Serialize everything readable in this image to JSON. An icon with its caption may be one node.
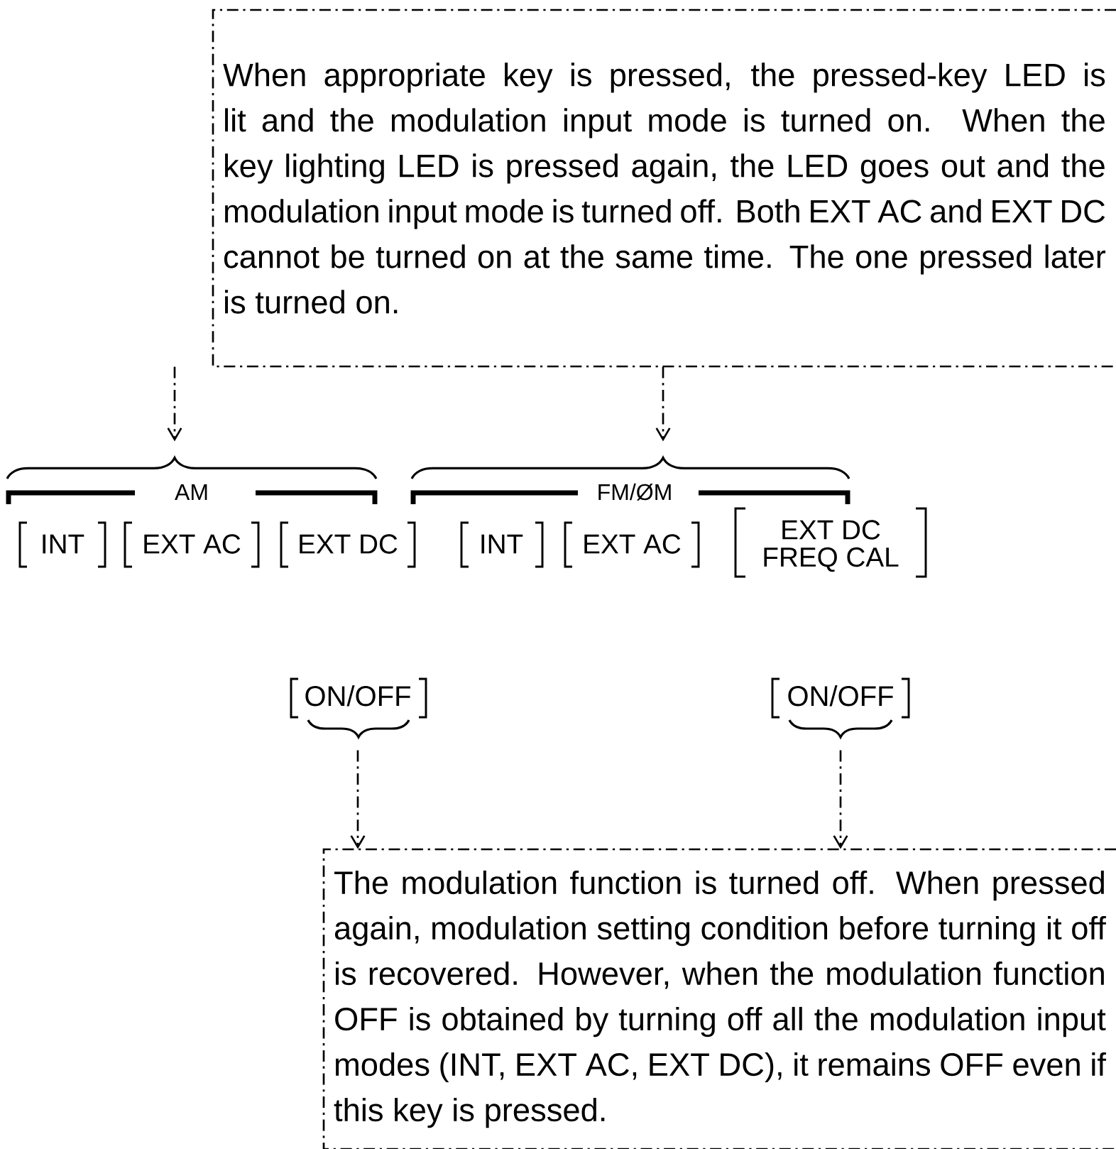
{
  "diagram": {
    "nodes": [
      {
        "text": [
          "When appropriate key is pressed, the pressed-key LED is lit and the modulation input mode is turned on. When the key lighting LED is pressed again, the LED goes out and the modulation input mode is turned off. Both EXT AC and EXT DC cannot be turned on at the same time. The one pressed later is turned on."
        ]
      },
      {
        "text": [
          "AM"
        ]
      },
      {
        "text": [
          "FM/ØM"
        ]
      },
      {
        "text": [
          "ON/OFF"
        ]
      },
      {
        "text": [
          "ON/OFF"
        ]
      },
      {
        "text": [
          "The modulation function is turned off. When pressed again, modulation setting condition before turning it off is recovered. However, when the modulation function OFF is obtained by turning off all the modulation input modes (INT, EXT AC, EXT DC), it remains OFF even if this key is pressed."
        ]
      }
    ],
    "edges": [
      {
        "from": 0,
        "to": 1,
        "arrow": "to",
        "style": "dashed"
      },
      {
        "from": 0,
        "to": 2,
        "arrow": "to",
        "style": "dashed"
      },
      {
        "from": 3,
        "to": 5,
        "arrow": "to",
        "style": "dashed"
      },
      {
        "from": 4,
        "to": 5,
        "arrow": "to",
        "style": "dashed"
      }
    ],
    "labels": [
      "INT",
      "EXT AC",
      "EXT DC",
      "INT",
      "EXT AC",
      "EXT DC",
      "FREQ CAL"
    ]
  }
}
